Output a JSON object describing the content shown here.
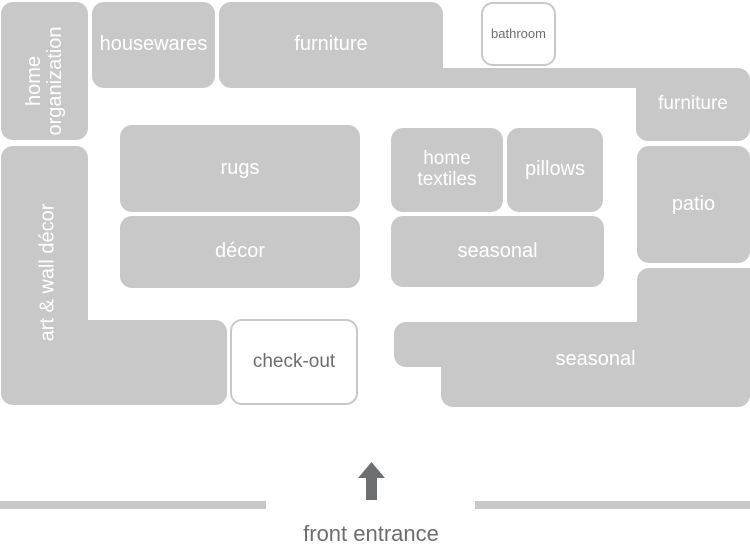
{
  "departments": {
    "housewares": "housewares",
    "furniture_top": "furniture",
    "bathroom": "bathroom",
    "furniture_right": "furniture",
    "home_organization": "home organization",
    "art_wall_decor": "art & wall décor",
    "rugs": "rugs",
    "decor": "décor",
    "home_textiles": "home textiles",
    "pillows": "pillows",
    "seasonal_center": "seasonal",
    "patio": "patio",
    "checkout": "check-out",
    "seasonal_bottom": "seasonal"
  },
  "entrance": {
    "label": "front entrance"
  },
  "colors": {
    "block": "#c8c8c9",
    "label_light": "#ffffff",
    "label_dark": "#6d6e70",
    "arrow": "#6d6e70"
  },
  "icons": {
    "entrance_arrow": "arrow-up-icon"
  }
}
